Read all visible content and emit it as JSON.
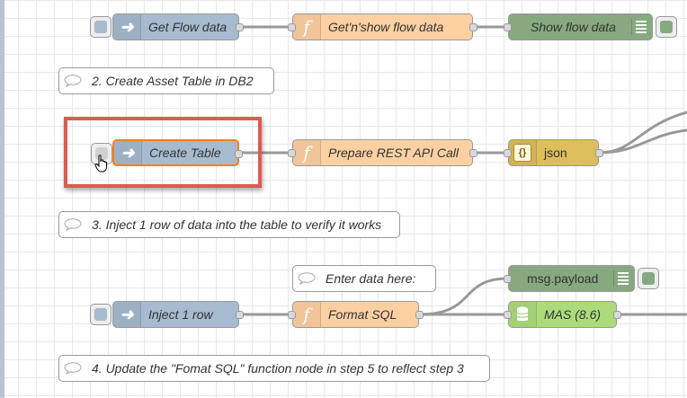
{
  "nodes": {
    "get_flow": {
      "label": "Get Flow data"
    },
    "getnshow": {
      "label": "Get'n'show flow data"
    },
    "show_flow": {
      "label": "Show flow data"
    },
    "create_table": {
      "label": "Create Table"
    },
    "prepare_rest": {
      "label": "Prepare REST API Call"
    },
    "json": {
      "label": "json"
    },
    "inject_row": {
      "label": "Inject 1 row"
    },
    "format_sql": {
      "label": "Format SQL"
    },
    "msg_payload": {
      "label": "msg.payload"
    },
    "mas": {
      "label": "MAS (8.6)"
    }
  },
  "comments": {
    "step2": "2. Create Asset Table in DB2",
    "step3": "3. Inject 1 row of data into the table to verify it works",
    "enter_data": "Enter data here:",
    "step4": "4. Update the \"Fomat SQL\" function node in step 5 to reflect step 3"
  },
  "icons": {
    "inject": "arrow-right-icon",
    "function": "function-f-icon",
    "debug": "list-icon",
    "json": "json-braces-icon",
    "db": "database-icon",
    "comment": "speech-bubble-icon"
  },
  "colors": {
    "inject": "#a6bbcf",
    "function": "#fdd0a2",
    "debug": "#87a980",
    "json": "#debd5c",
    "db": "#addb7b",
    "highlight": "#e05a4f"
  }
}
